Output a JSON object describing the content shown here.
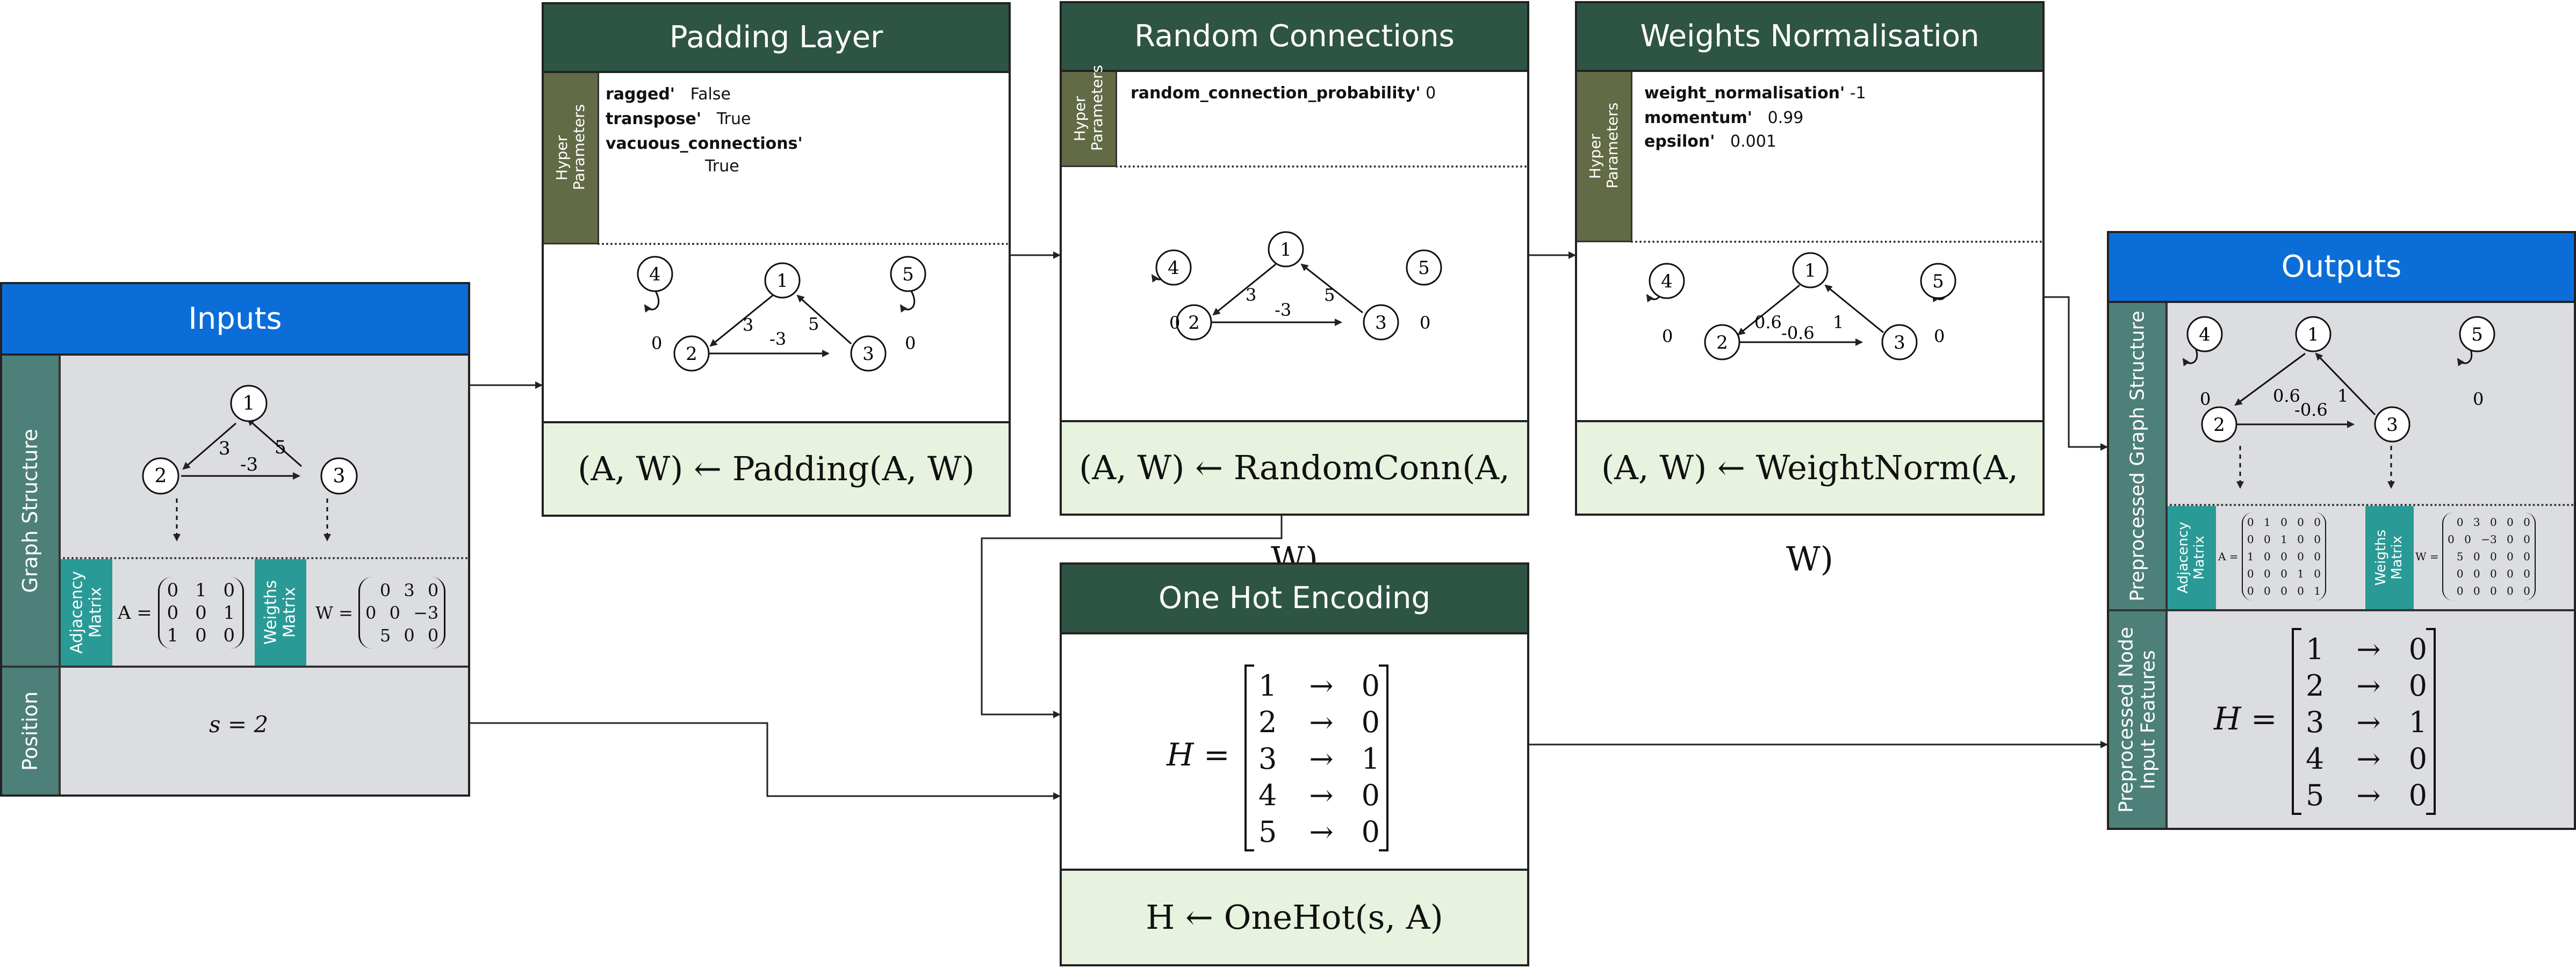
{
  "colors": {
    "header_green": "#2e5444",
    "header_blue": "#0b6ed8",
    "hyper_olive": "#626b45",
    "formula_bg": "#e8f3df",
    "panel_gray": "#dcdde0",
    "side_teal": "#4d8079",
    "matrix_teal": "#2a9a96"
  },
  "inputs": {
    "title": "Inputs",
    "graph_structure_label": "Graph Structure",
    "position_label": "Position",
    "adjacency_label": "Adjacency Matrix",
    "weights_label": "Weigths Matrix",
    "A_name": "A =",
    "W_name": "W =",
    "A_rows": [
      "0 1 0",
      "0 0 1",
      "1 0 0"
    ],
    "W_rows": [
      "0 3 0",
      "0 0 −3",
      "5 0 0"
    ],
    "position_value": "s = 2",
    "graph": {
      "n1": "1",
      "n2": "2",
      "n3": "3",
      "w12": "3",
      "w23": "-3",
      "w31": "5"
    }
  },
  "padding": {
    "title": "Padding Layer",
    "hyper_label": "Hyper Parameters",
    "p1_key": "ragged'",
    "p1_val": "False",
    "p2_key": "transpose'",
    "p2_val": "True",
    "p3_key": "vacuous_connections'",
    "p3_val": "True",
    "formula": "(A, W) ← Padding(A, W)",
    "graph": {
      "n1": "1",
      "n2": "2",
      "n3": "3",
      "n4": "4",
      "n5": "5",
      "w12": "3",
      "w23": "-3",
      "w31": "5",
      "w44": "0",
      "w55": "0"
    }
  },
  "random": {
    "title": "Random Connections",
    "hyper_label": "Hyper Parameters",
    "p1_key": "random_connection_probability'",
    "p1_val": "0",
    "formula": "(A, W) ← RandomConn(A, W)",
    "graph": {
      "n1": "1",
      "n2": "2",
      "n3": "3",
      "n4": "4",
      "n5": "5",
      "w12": "3",
      "w23": "-3",
      "w31": "5",
      "w44": "0",
      "w55": "0"
    }
  },
  "weights": {
    "title": "Weights Normalisation",
    "hyper_label": "Hyper Parameters",
    "p1_key": "weight_normalisation'",
    "p1_val": "-1",
    "p2_key": "momentum'",
    "p2_val": "0.99",
    "p3_key": "epsilon'",
    "p3_val": "0.001",
    "formula": "(A, W) ← WeightNorm(A, W)",
    "graph": {
      "n1": "1",
      "n2": "2",
      "n3": "3",
      "n4": "4",
      "n5": "5",
      "w12": "0.6",
      "w23": "-0.6",
      "w31": "1",
      "w44": "0",
      "w55": "0"
    }
  },
  "onehot": {
    "title": "One Hot Encoding",
    "H_name": "H =",
    "rows": [
      {
        "i": "1",
        "arrow": "→",
        "v": "0"
      },
      {
        "i": "2",
        "arrow": "→",
        "v": "0"
      },
      {
        "i": "3",
        "arrow": "→",
        "v": "1"
      },
      {
        "i": "4",
        "arrow": "→",
        "v": "0"
      },
      {
        "i": "5",
        "arrow": "→",
        "v": "0"
      }
    ],
    "formula": "H ← OneHot(s, A)"
  },
  "outputs": {
    "title": "Outputs",
    "graph_label": "Preprocessed Graph Structure",
    "features_label": "Preprocessed Node Input Features",
    "adjacency_label": "Adjacency Matrix",
    "weights_label": "Weigths Matrix",
    "A_name": "A =",
    "W_name": "W =",
    "A_rows": [
      "0 1 0 0 0",
      "0 0 1 0 0",
      "1 0 0 0 0",
      "0 0 0 1 0",
      "0 0 0 0 1"
    ],
    "W_rows": [
      "0 3 0 0 0",
      "0 0 −3 0 0",
      "5 0 0 0 0",
      "0 0 0 0 0",
      "0 0 0 0 0"
    ],
    "H_name": "H =",
    "rows": [
      {
        "i": "1",
        "arrow": "→",
        "v": "0"
      },
      {
        "i": "2",
        "arrow": "→",
        "v": "0"
      },
      {
        "i": "3",
        "arrow": "→",
        "v": "1"
      },
      {
        "i": "4",
        "arrow": "→",
        "v": "0"
      },
      {
        "i": "5",
        "arrow": "→",
        "v": "0"
      }
    ],
    "graph": {
      "n1": "1",
      "n2": "2",
      "n3": "3",
      "n4": "4",
      "n5": "5",
      "w12": "0.6",
      "w23": "-0.6",
      "w31": "1",
      "w44": "0",
      "w55": "0"
    }
  }
}
